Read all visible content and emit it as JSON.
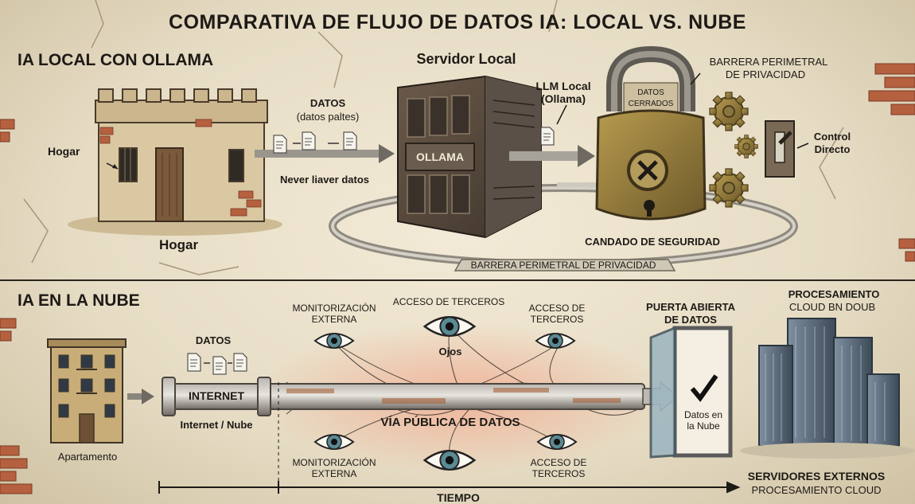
{
  "title": "COMPARATIVA DE FLUJO DE DATOS IA: LOCAL VS. NUBE",
  "local": {
    "heading": "IA LOCAL CON OLLAMA",
    "server_title": "Servidor Local",
    "home_label_side": "Hogar",
    "home_label_bottom": "Hogar",
    "data_title": "DATOS",
    "data_subtitle": "(datos paltes)",
    "never_label": "Never liaver datos",
    "server_name": "OLLAMA",
    "llm_label_1": "LLM Local",
    "llm_label_2": "(Ollama)",
    "lock_inner_1": "DATOS",
    "lock_inner_2": "CERRADOS",
    "barrier_top_1": "BARRERA PERIMETRAL",
    "barrier_top_2": "DE PRIVACIDAD",
    "control_1": "Control",
    "control_2": "Directo",
    "lock_label": "CANDADO DE SEGURIDAD",
    "barrier_ring": "BARRERA PERIMETRAL DE PRIVACIDAD"
  },
  "cloud": {
    "heading": "IA EN LA NUBE",
    "apartment": "Apartamento",
    "data_title": "DATOS",
    "pipe_label": "INTERNET",
    "pipe_caption": "Internet / Nube",
    "monitor_top_1": "MONITORIZACIÓN",
    "monitor_top_2": "EXTERNA",
    "third_center": "ACCESO DE TERCEROS",
    "eyes_label": "Ojos",
    "third_right_top_1": "ACCESO DE",
    "third_right_top_2": "TERCEROS",
    "public_road": "VÍA PÚBLICA DE DATOS",
    "monitor_bottom_1": "MONITORIZACIÓN",
    "monitor_bottom_2": "EXTERNA",
    "third_right_bottom_1": "ACCESO DE",
    "third_right_bottom_2": "TERCEROS",
    "door_1": "PUERTA ABIERTA",
    "door_2": "DE DATOS",
    "cloud_data_1": "Datos en",
    "cloud_data_2": "la Nube",
    "processing_1": "PROCESAMIENTO",
    "processing_2": "CLOUD BN DOUB",
    "servers_1": "SERVIDORES EXTERNOS",
    "servers_2": "PROCESAMIENTO CLOUD",
    "time_label": "TIEMPO"
  }
}
